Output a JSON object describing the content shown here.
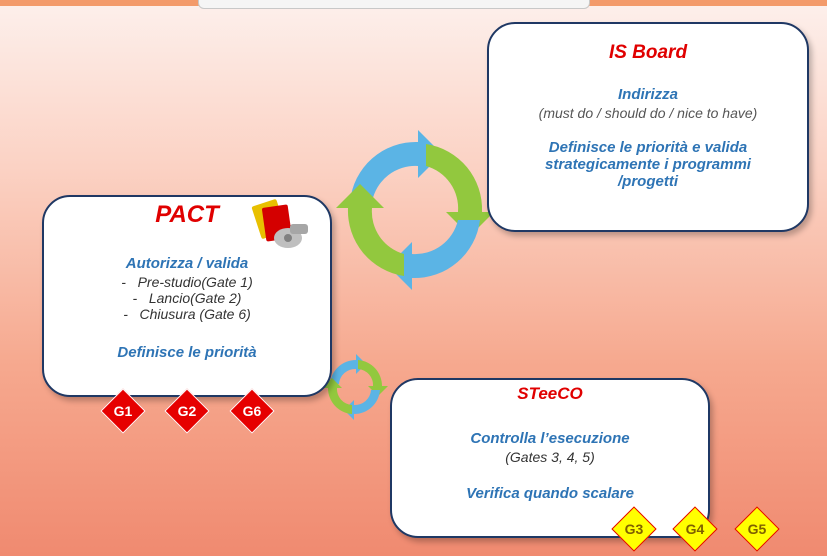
{
  "is_board": {
    "title": "IS Board",
    "line1": "Indirizza",
    "line2": "(must do / should do / nice to have)",
    "line3": "Definisce  le priorità e valida",
    "line4": "strategicamente  i programmi",
    "line5": "/progetti"
  },
  "pact": {
    "title": "PACT",
    "subtitle": "Autorizza / valida",
    "items": [
      "-   Pre-studio(Gate 1)",
      "-   Lancio(Gate 2)",
      "-   Chiusura (Gate 6)"
    ],
    "footer": "Definisce  le priorità"
  },
  "steeco": {
    "title": "STeeCO",
    "line1": "Controlla l’esecuzione",
    "line2": "(Gates 3, 4, 5)",
    "line3": "Verifica quando scalare"
  },
  "gates_red": [
    "G1",
    "G2",
    "G6"
  ],
  "gates_yellow": [
    "G3",
    "G4",
    "G5"
  ],
  "colors": {
    "box_border": "#1f3864",
    "title_red": "#e00000",
    "text_blue": "#2e74b5",
    "arrow_blue": "#5bb4e5",
    "arrow_green": "#92c83e",
    "gate_red": "#e60000",
    "gate_yellow": "#ffff00"
  },
  "icons": [
    "referee-whistle-cards-icon",
    "cycle-arrows-icon"
  ]
}
